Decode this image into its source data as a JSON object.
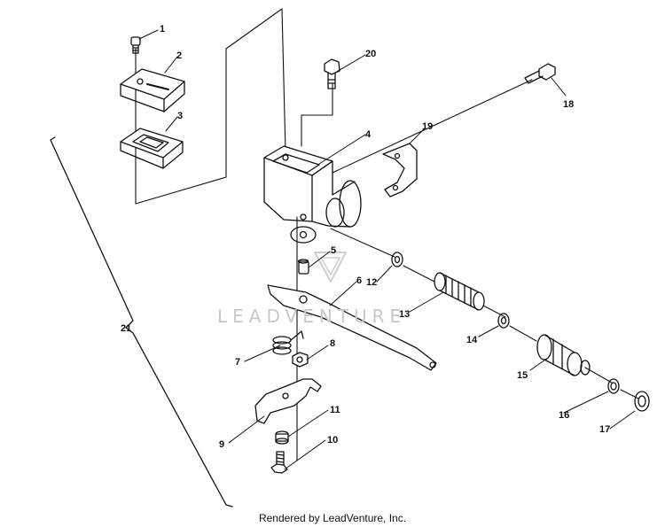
{
  "watermark": "LEADVENTURE",
  "footer": "Rendered by LeadVenture, Inc.",
  "callouts": [
    "1",
    "2",
    "3",
    "4",
    "5",
    "6",
    "7",
    "8",
    "9",
    "10",
    "11",
    "12",
    "13",
    "14",
    "15",
    "16",
    "17",
    "18",
    "19",
    "20",
    "21"
  ]
}
